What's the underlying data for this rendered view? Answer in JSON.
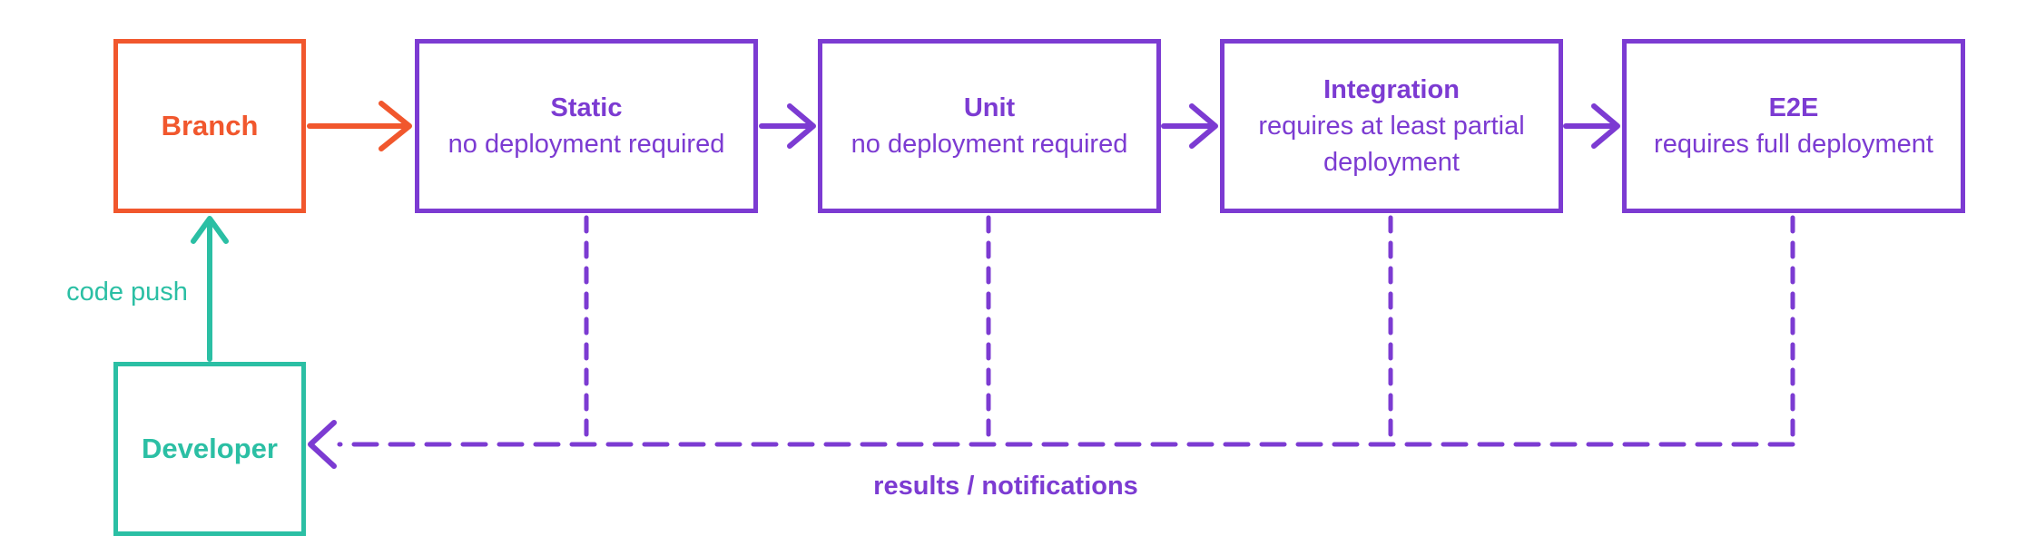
{
  "diagram": {
    "type": "flowchart",
    "description": "CI pipeline stages with feedback to developer"
  },
  "colors": {
    "orange": "#F1572D",
    "purple": "#7C3BD2",
    "teal": "#2BBFA4",
    "background": "#FFFFFF"
  },
  "nodes": {
    "branch": {
      "title": "Branch"
    },
    "developer": {
      "title": "Developer"
    },
    "stages": [
      {
        "title": "Static",
        "subtitle": "no deployment required"
      },
      {
        "title": "Unit",
        "subtitle": "no deployment required"
      },
      {
        "title": "Integration",
        "subtitle": "requires at least partial deployment"
      },
      {
        "title": "E2E",
        "subtitle": "requires full deployment"
      }
    ]
  },
  "edges": {
    "developer_to_branch": {
      "from": "Developer",
      "to": "Branch",
      "label": "code push",
      "style": "solid",
      "color": "teal"
    },
    "branch_to_static": {
      "from": "Branch",
      "to": "Static",
      "label": "",
      "style": "solid",
      "color": "orange"
    },
    "static_to_unit": {
      "from": "Static",
      "to": "Unit",
      "label": "",
      "style": "solid",
      "color": "purple"
    },
    "unit_to_integration": {
      "from": "Unit",
      "to": "Integration",
      "label": "",
      "style": "solid",
      "color": "purple"
    },
    "integration_to_e2e": {
      "from": "Integration",
      "to": "E2E",
      "label": "",
      "style": "solid",
      "color": "purple"
    },
    "stages_to_developer": {
      "from": "Static, Unit, Integration, E2E",
      "to": "Developer",
      "label": "results / notifications",
      "style": "dashed",
      "color": "purple"
    }
  }
}
